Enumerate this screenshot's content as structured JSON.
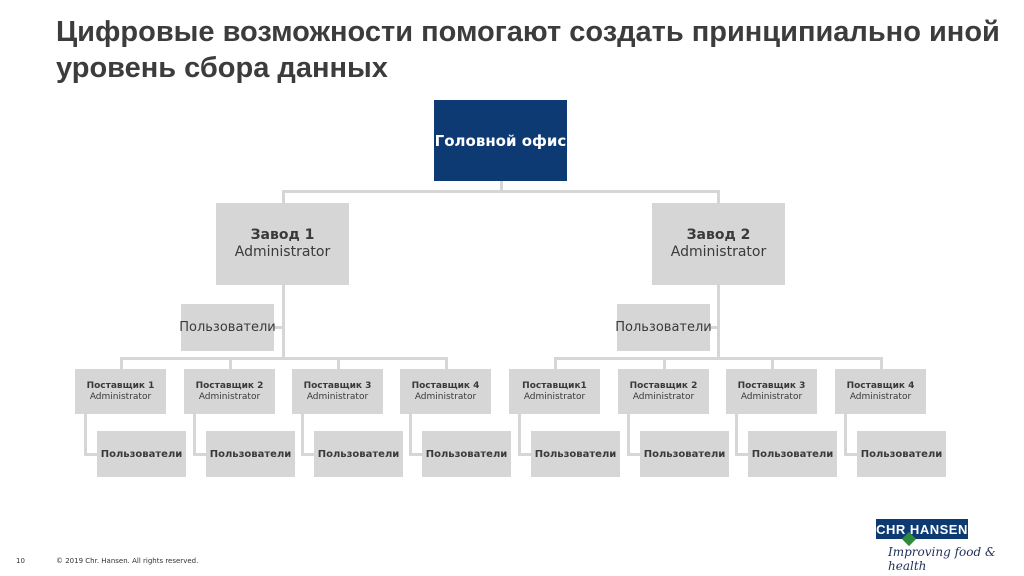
{
  "slide": {
    "title_line1": "Цифровые возможности помогают создать принципиально иной",
    "title_line2": "уровень сбора данных",
    "page_number": "10",
    "copyright": "© 2019 Chr. Hansen. All rights reserved."
  },
  "org": {
    "head_office": "Головной офис",
    "plants": [
      {
        "name": "Завод 1",
        "role": "Administrator",
        "users": "Пользователи",
        "suppliers": [
          {
            "name": "Поставщик 1",
            "role": "Administrator",
            "users": "Пользователи"
          },
          {
            "name": "Поставщик 2",
            "role": "Administrator",
            "users": "Пользователи"
          },
          {
            "name": "Поставщик 3",
            "role": "Administrator",
            "users": "Пользователи"
          },
          {
            "name": "Поставщик 4",
            "role": "Administrator",
            "users": "Пользователи"
          }
        ]
      },
      {
        "name": "Завод 2",
        "role": "Administrator",
        "users": "Пользователи",
        "suppliers": [
          {
            "name": "Поставщик1",
            "role": "Administrator",
            "users": "Пользователи"
          },
          {
            "name": "Поставщик 2",
            "role": "Administrator",
            "users": "Пользователи"
          },
          {
            "name": "Поставщик 3",
            "role": "Administrator",
            "users": "Пользователи"
          },
          {
            "name": "Поставщик 4",
            "role": "Administrator",
            "users": "Пользователи"
          }
        ]
      }
    ]
  },
  "brand": {
    "logo_text": "CHR HANSEN",
    "tagline": "Improving food & health",
    "primary_color": "#0d3a73",
    "box_color": "#d6d6d6",
    "accent_color": "#2e8b3a"
  }
}
